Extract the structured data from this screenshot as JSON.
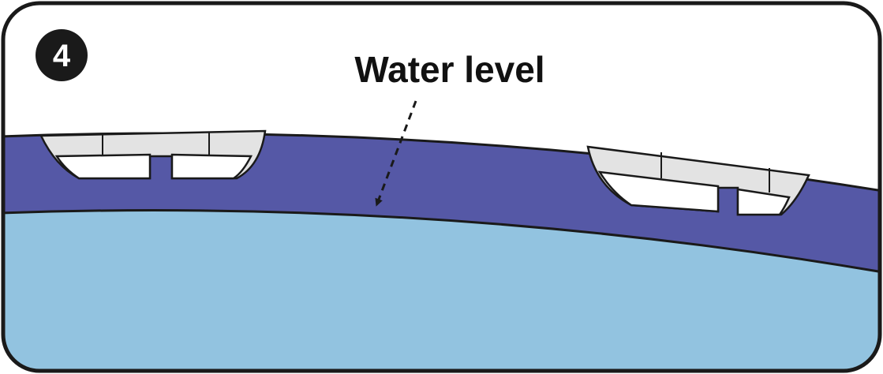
{
  "step": {
    "number": "4"
  },
  "annotation": {
    "label": "Water level"
  },
  "colors": {
    "frame": "#1a1a1a",
    "background": "#ffffff",
    "pool_wall": "#5558a6",
    "water": "#92c3e0",
    "fitting": "#e3e3e3",
    "badge": "#1a1a1a"
  },
  "icons": [
    "step-badge",
    "skimmer-fitting",
    "dashed-arrow"
  ]
}
